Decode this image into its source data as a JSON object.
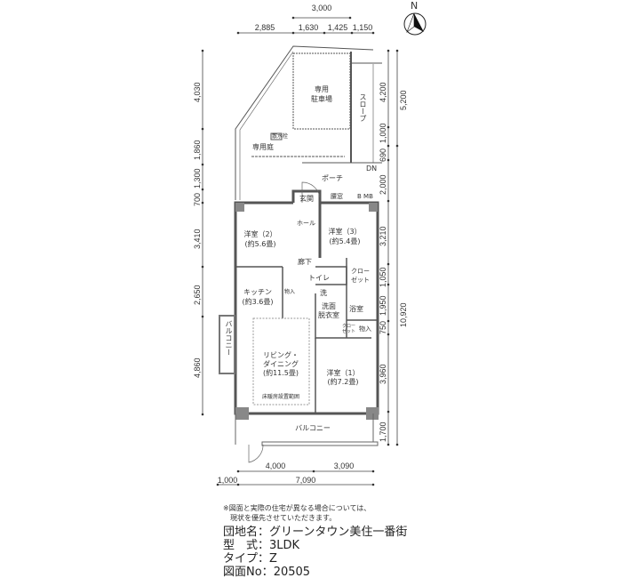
{
  "compass": {
    "label": "N"
  },
  "dimensions": {
    "top": [
      "3,000",
      "2,885",
      "1,630",
      "1,425",
      "1,150"
    ],
    "left": [
      "4,030",
      "1,860",
      "1,300",
      "700",
      "3,410",
      "2,650",
      "4,860"
    ],
    "right_inner": [
      "4,200",
      "1,000",
      "690",
      "2,000",
      "3,210",
      "1,050",
      "1,950",
      "750",
      "3,960",
      "1,700"
    ],
    "right_outer": [
      "5,200",
      "10,920"
    ],
    "bottom": [
      "4,000",
      "3,090",
      "1,000",
      "7,090"
    ]
  },
  "rooms": {
    "parking": [
      "専用",
      "駐車場"
    ],
    "slope": "スロープ",
    "sprinkler": "散水栓",
    "garden": "専用庭",
    "dn": "DN",
    "porch": "ポーチ",
    "entrance": "玄関",
    "hall": "ホール",
    "storage_window": "腰窓",
    "mb": "B  MB",
    "room2": [
      "洋室（2）",
      "(約5.6畳)"
    ],
    "room3": [
      "洋室（3）",
      "(約5.4畳)"
    ],
    "corridor": "廊下",
    "toilet": "トイレ",
    "closet_1": [
      "クロー",
      "ゼット"
    ],
    "kitchen": [
      "キッチン",
      "(約3.6畳)"
    ],
    "storage_small": "物入",
    "washer": "洗",
    "washroom": [
      "洗面",
      "脱衣室"
    ],
    "bath": "浴室",
    "closet_2": [
      "クロー",
      "ゼット"
    ],
    "storage_2": "物入",
    "balcony_side": "バルコニー",
    "living": [
      "リビング・",
      "ダイニング",
      "(約11.5畳)"
    ],
    "floor_heating": "床暖房設置範囲",
    "room1": [
      "洋室（1）",
      "(約7.2畳)"
    ],
    "balcony": "バルコニー"
  },
  "note": [
    "※図面と実際の住宅が異なる場合については、",
    "現状を優先させていただきます。"
  ],
  "info": {
    "estate_label": "団地名：",
    "estate": "グリーンタウン美住一番街",
    "type_label": "型　式：",
    "type": "3LDK",
    "kind_label": "タイプ：",
    "kind": "Z",
    "drawing_label": "図面No：",
    "drawing": "20505"
  }
}
